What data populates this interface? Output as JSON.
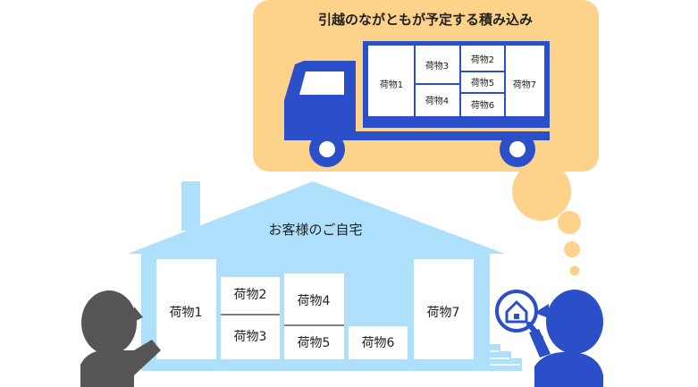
{
  "bubble": {
    "title": "引越のながともが予定する積み込み",
    "truck_cargo": [
      "荷物1",
      "荷物3",
      "荷物4",
      "荷物2",
      "荷物5",
      "荷物6",
      "荷物7"
    ]
  },
  "house": {
    "title": "お客様のご自宅",
    "items": [
      "荷物1",
      "荷物2",
      "荷物3",
      "荷物4",
      "荷物5",
      "荷物6",
      "荷物7"
    ]
  },
  "colors": {
    "bubble": "#fdd28a",
    "house": "#aee0fb",
    "truck": "#2a4fc8",
    "customer": "#555555",
    "staff": "#2a4fc8"
  },
  "icons": [
    "truck-icon",
    "customer-person-icon",
    "staff-person-icon",
    "magnifier-house-icon"
  ]
}
